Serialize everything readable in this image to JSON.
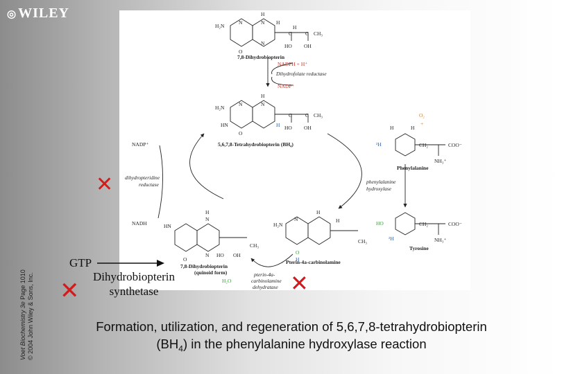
{
  "publisher_logo": "WILEY",
  "copyright": {
    "book_italic": "Voet Biochemistry 3e",
    "page_text": " Page 1010",
    "line2": "© 2004 John Wiley & Sons, Inc."
  },
  "compounds": {
    "dihydrobiopterin_78": "7,8-Dihydrobiopterin",
    "tetrahydrobiopterin": "5,6,7,8-Tetrahydrobiopterin (BH₄)",
    "quinonoid_line1": "7,8-Dihydrobiopterin",
    "quinonoid_line2": "(quinoid form)",
    "carbinolamine": "Pterin-4a-carbinolamine",
    "phenylalanine": "Phenylalanine",
    "tyrosine": "Tyrosine"
  },
  "reagents": {
    "nadph_h": "NADPH + H⁺",
    "dhfr": "Dihydrofolate reductase",
    "nadp": "NADP⁺",
    "nadp_left": "NADP⁺",
    "nadh_left": "NADH",
    "o2": "O₂",
    "plus": "+",
    "h2o": "H₂O"
  },
  "enzymes": {
    "dhpr_line1": "dihydropteridine",
    "dhpr_line2": "reductase",
    "pah_line1": "phenylalanine",
    "pah_line2": "hydroxylase",
    "pcd_line1": "pterin-4a-",
    "pcd_line2": "carbinolamine",
    "pcd_line3": "dehydratase"
  },
  "atoms": {
    "H": "H",
    "N": "N",
    "O": "O",
    "C": "C",
    "H2N": "H₂N",
    "HN": "HN",
    "HO": "HO",
    "OH": "OH",
    "CH3": "CH₃",
    "CH2": "CH₂",
    "COO": "COO⁻",
    "NH3": "NH₃⁺",
    "2H": "²H"
  },
  "overlay": {
    "gtp": "GTP",
    "dhbs_line1": "Dihydrobiopterin",
    "dhbs_line2": "synthetase",
    "cross_symbol": "✕"
  },
  "caption": {
    "part1": "Formation, utilization, and regeneration of 5,6,7,8-tetrahydrobiopterin",
    "part2_pre": "(BH",
    "part2_sub": "4",
    "part2_post": ") in the phenylalanine hydroxylase reaction"
  },
  "colors": {
    "highlight_red": "#d01c1c",
    "isotope_blue": "#2a5aa8",
    "oxygen_green": "#3a9a3a",
    "oxygen_orange": "#d07a2a",
    "nadph_red": "#c0392b"
  }
}
